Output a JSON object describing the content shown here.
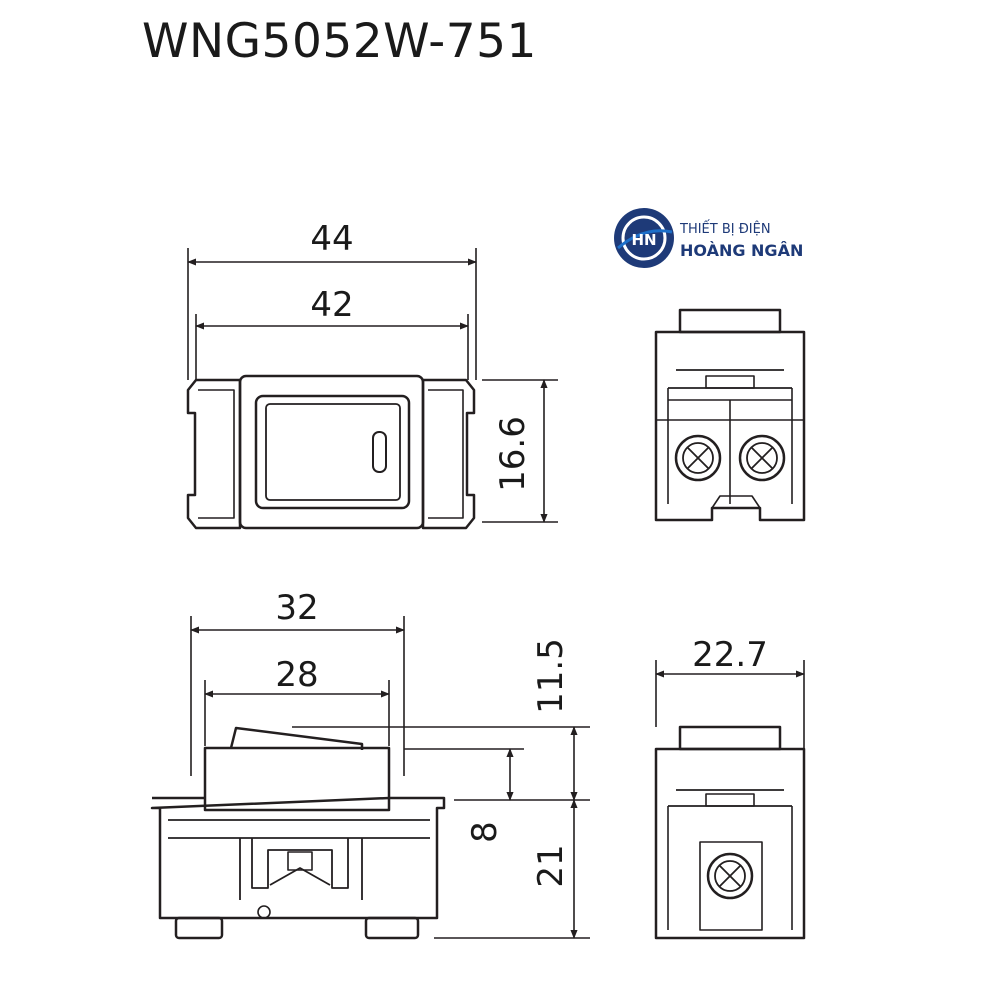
{
  "title": "WNG5052W-751",
  "logo": {
    "monogram": "HN",
    "line1": "THIẾT BỊ ĐIỆN",
    "line2": "HOÀNG NGÂN",
    "brand_color": "#1e3a78",
    "accent_color": "#1c6fc9"
  },
  "dimensions": {
    "front_total_width": "44",
    "front_body_width": "42",
    "front_height": "16.6",
    "side_width": "32",
    "side_inner_width": "28",
    "side_top_height": "11.5",
    "side_mid_height": "8",
    "side_bottom_height": "21",
    "end_width": "22.7"
  },
  "colors": {
    "line": "#231f20",
    "background": "#ffffff"
  }
}
